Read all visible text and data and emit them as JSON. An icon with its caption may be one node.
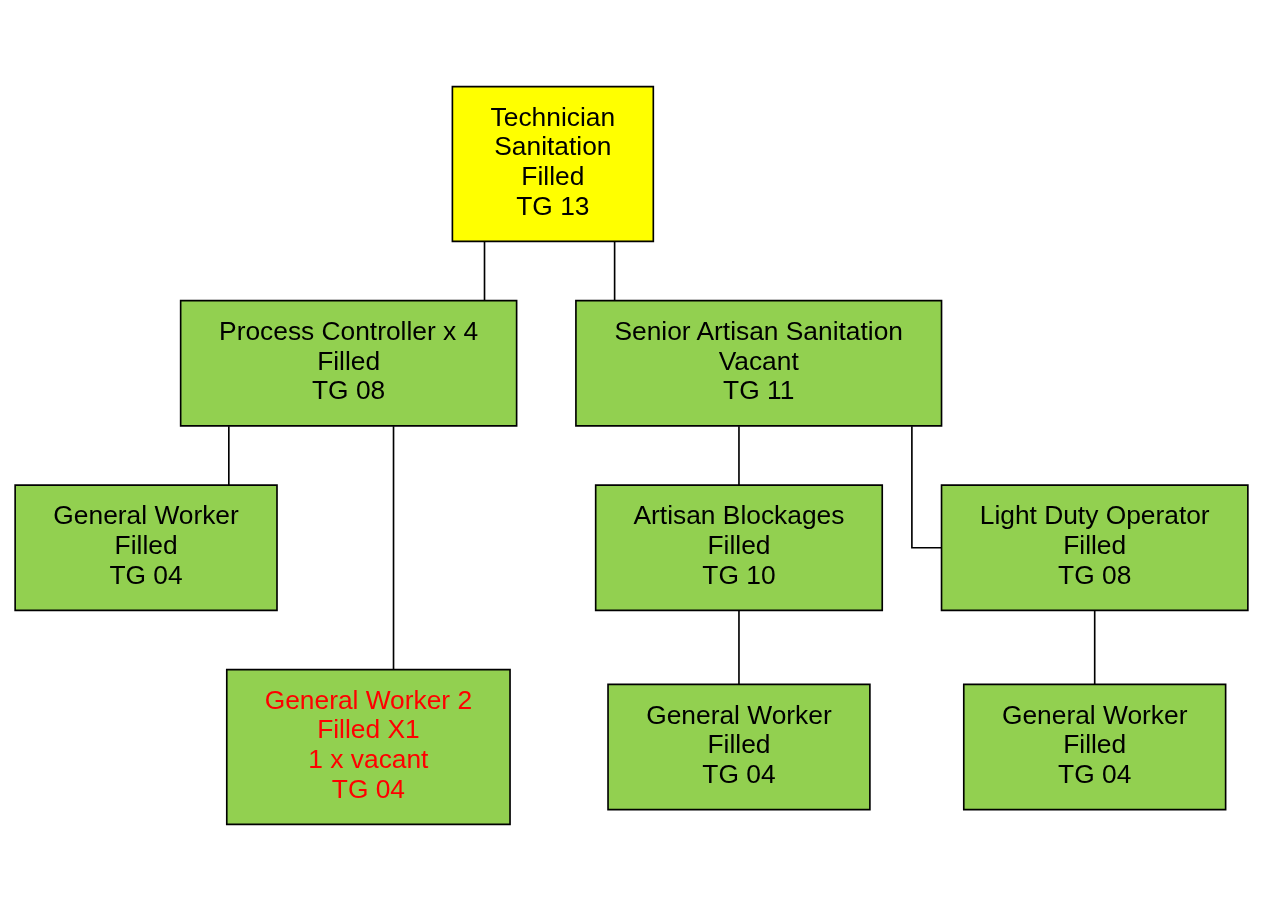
{
  "diagram": {
    "nodes": [
      {
        "text": [
          "Technician",
          "Sanitation",
          "Filled",
          "TG 13"
        ]
      },
      {
        "text": [
          "Process Controller x 4",
          "Filled",
          "TG 08"
        ]
      },
      {
        "text": [
          "Senior Artisan Sanitation",
          "Vacant",
          "TG 11"
        ]
      },
      {
        "text": [
          "General Worker",
          "Filled",
          "TG 04"
        ]
      },
      {
        "text": [
          "General Worker 2",
          "Filled X1",
          "1 x vacant",
          "TG 04"
        ]
      },
      {
        "text": [
          "Artisan Blockages",
          "Filled",
          "TG 10"
        ]
      },
      {
        "text": [
          "Light Duty Operator",
          "Filled",
          "TG 08"
        ]
      },
      {
        "text": [
          "General Worker",
          "Filled",
          "TG 04"
        ]
      },
      {
        "text": [
          "General Worker",
          "Filled",
          "TG 04"
        ]
      }
    ],
    "edges": [
      {
        "from": 0,
        "to": 1,
        "arrow": "none"
      },
      {
        "from": 0,
        "to": 2,
        "arrow": "none"
      },
      {
        "from": 1,
        "to": 3,
        "arrow": "none"
      },
      {
        "from": 1,
        "to": 4,
        "arrow": "none"
      },
      {
        "from": 2,
        "to": 5,
        "arrow": "none"
      },
      {
        "from": 2,
        "to": 6,
        "arrow": "none"
      },
      {
        "from": 5,
        "to": 7,
        "arrow": "none"
      },
      {
        "from": 6,
        "to": 8,
        "arrow": "none"
      }
    ]
  }
}
